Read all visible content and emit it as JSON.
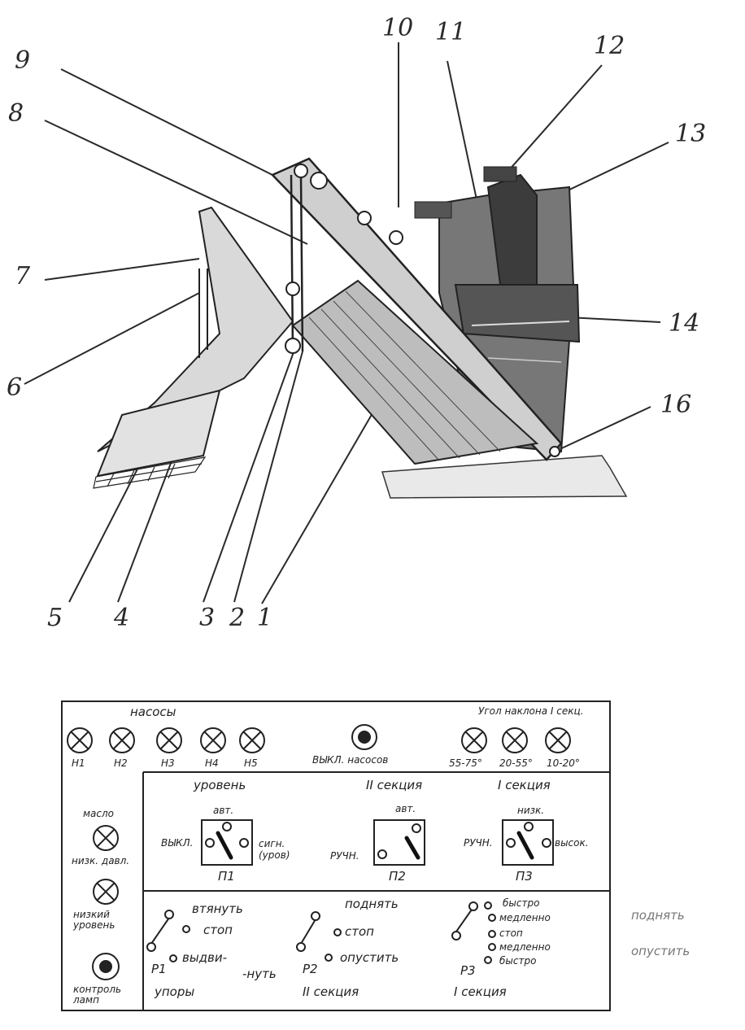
{
  "callouts": {
    "n1": "1",
    "n2": "2",
    "n3": "3",
    "n4": "4",
    "n5": "5",
    "n6": "6",
    "n7": "7",
    "n8": "8",
    "n9": "9",
    "n10": "10",
    "n11": "11",
    "n12": "12",
    "n13": "13",
    "n14": "14",
    "n16": "16"
  },
  "panel": {
    "pumps_header": "насосы",
    "angle_header": "Угол наклона I секц.",
    "pumps": [
      "Н1",
      "Н2",
      "Н3",
      "Н4",
      "Н5"
    ],
    "pumps_off": "ВЫКЛ. насосов",
    "angles": [
      "55-75°",
      "20-55°",
      "10-20°"
    ],
    "oil_label": "масло",
    "low_pressure": "низк. давл.",
    "low_level": "низкий уровень",
    "lamp_control": "контроль ламп",
    "p1": {
      "title": "уровень",
      "top": "авт.",
      "left": "ВЫКЛ.",
      "right": "сигн. (уров)",
      "name": "П1"
    },
    "p2": {
      "title": "II секция",
      "top": "авт.",
      "left": "РУЧН.",
      "name": "П2"
    },
    "p3": {
      "title": "I секция",
      "top": "низк.",
      "left": "РУЧН.",
      "right": "высок.",
      "name": "П3"
    },
    "r1": {
      "retract": "втянуть",
      "stop": "стоп",
      "extend1": "выдви-",
      "extend2": "-нуть",
      "name": "Р1",
      "caption": "упоры"
    },
    "r2": {
      "up": "поднять",
      "stop": "стоп",
      "down": "опустить",
      "name": "Р2",
      "caption": "II секция"
    },
    "r3": {
      "fast1": "быстро",
      "slow1": "медленно",
      "stop": "стоп",
      "slow2": "медленно",
      "fast2": "быстро",
      "name": "Р3",
      "caption": "I секция"
    },
    "side_up": "поднять",
    "side_down": "опустить"
  }
}
